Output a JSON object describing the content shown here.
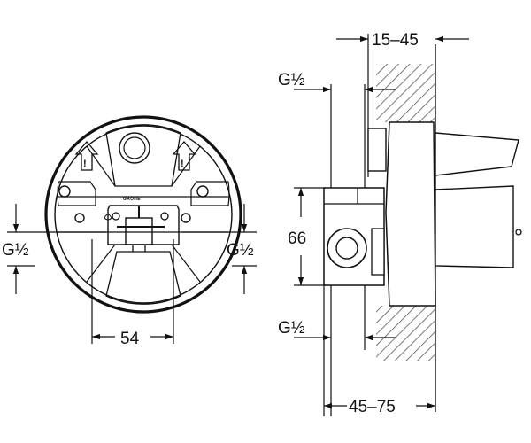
{
  "diagram": {
    "front_view": {
      "brand_text": "GROHE",
      "dim_left": "G½",
      "dim_right": "G½",
      "dim_bottom": "54"
    },
    "side_view": {
      "dim_top": "15–45",
      "dim_upper_left": "G½",
      "dim_height": "66",
      "dim_lower_left": "G½",
      "dim_bottom": "45–75"
    }
  },
  "colors": {
    "line": "#111111",
    "hatch": "#555555",
    "fill": "#ffffff"
  }
}
